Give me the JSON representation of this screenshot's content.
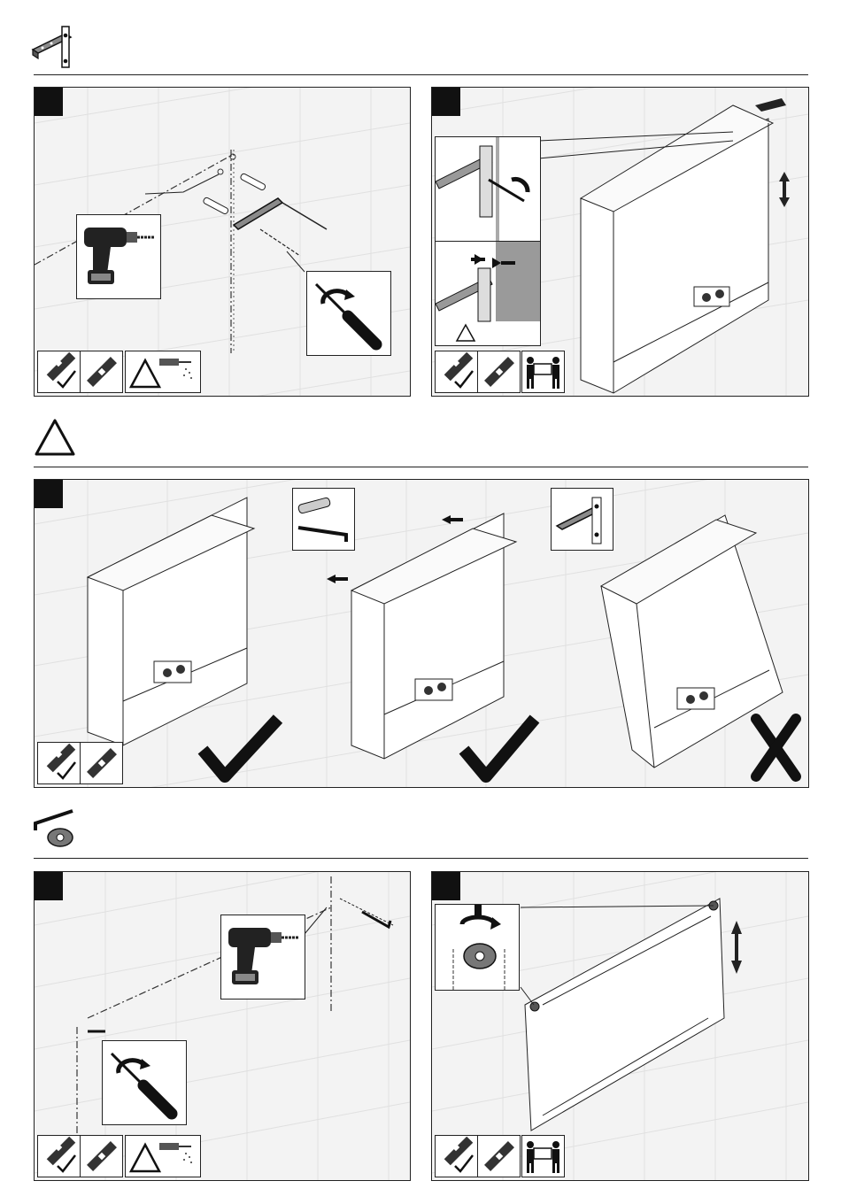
{
  "sections": [
    {
      "id": "hanging-rail-section",
      "icon": "hanging-rail-icon"
    },
    {
      "id": "warning-section",
      "icon": "warning-triangle-icon"
    },
    {
      "id": "mirror-bracket-section",
      "icon": "hex-key-and-bracket-icon"
    }
  ],
  "panels": [
    {
      "name": "step-drill-wall-mount-rail",
      "tools": [
        "spirit-level-check-icon",
        "spirit-level-icon",
        "drill-warning-icon"
      ]
    },
    {
      "name": "step-hang-cabinet-on-rail",
      "tools": [
        "spirit-level-check-icon",
        "spirit-level-icon",
        "two-person-lift-icon"
      ]
    },
    {
      "name": "step-level-check-results",
      "tools": [
        "spirit-level-check-icon",
        "spirit-level-icon"
      ],
      "outcomes": [
        "check-mark-icon",
        "check-mark-icon",
        "cross-mark-icon"
      ]
    },
    {
      "name": "step-drill-mirror-holes",
      "tools": [
        "spirit-level-check-icon",
        "spirit-level-icon",
        "drill-warning-icon"
      ]
    },
    {
      "name": "step-hang-mirror",
      "tools": [
        "spirit-level-check-icon",
        "spirit-level-icon",
        "two-person-lift-icon"
      ]
    }
  ],
  "colors": {
    "line": "#222222",
    "panel_bg": "#f3f3f3",
    "tile_line": "#e2e2e2",
    "inset_dark": "#9a9a9a"
  }
}
